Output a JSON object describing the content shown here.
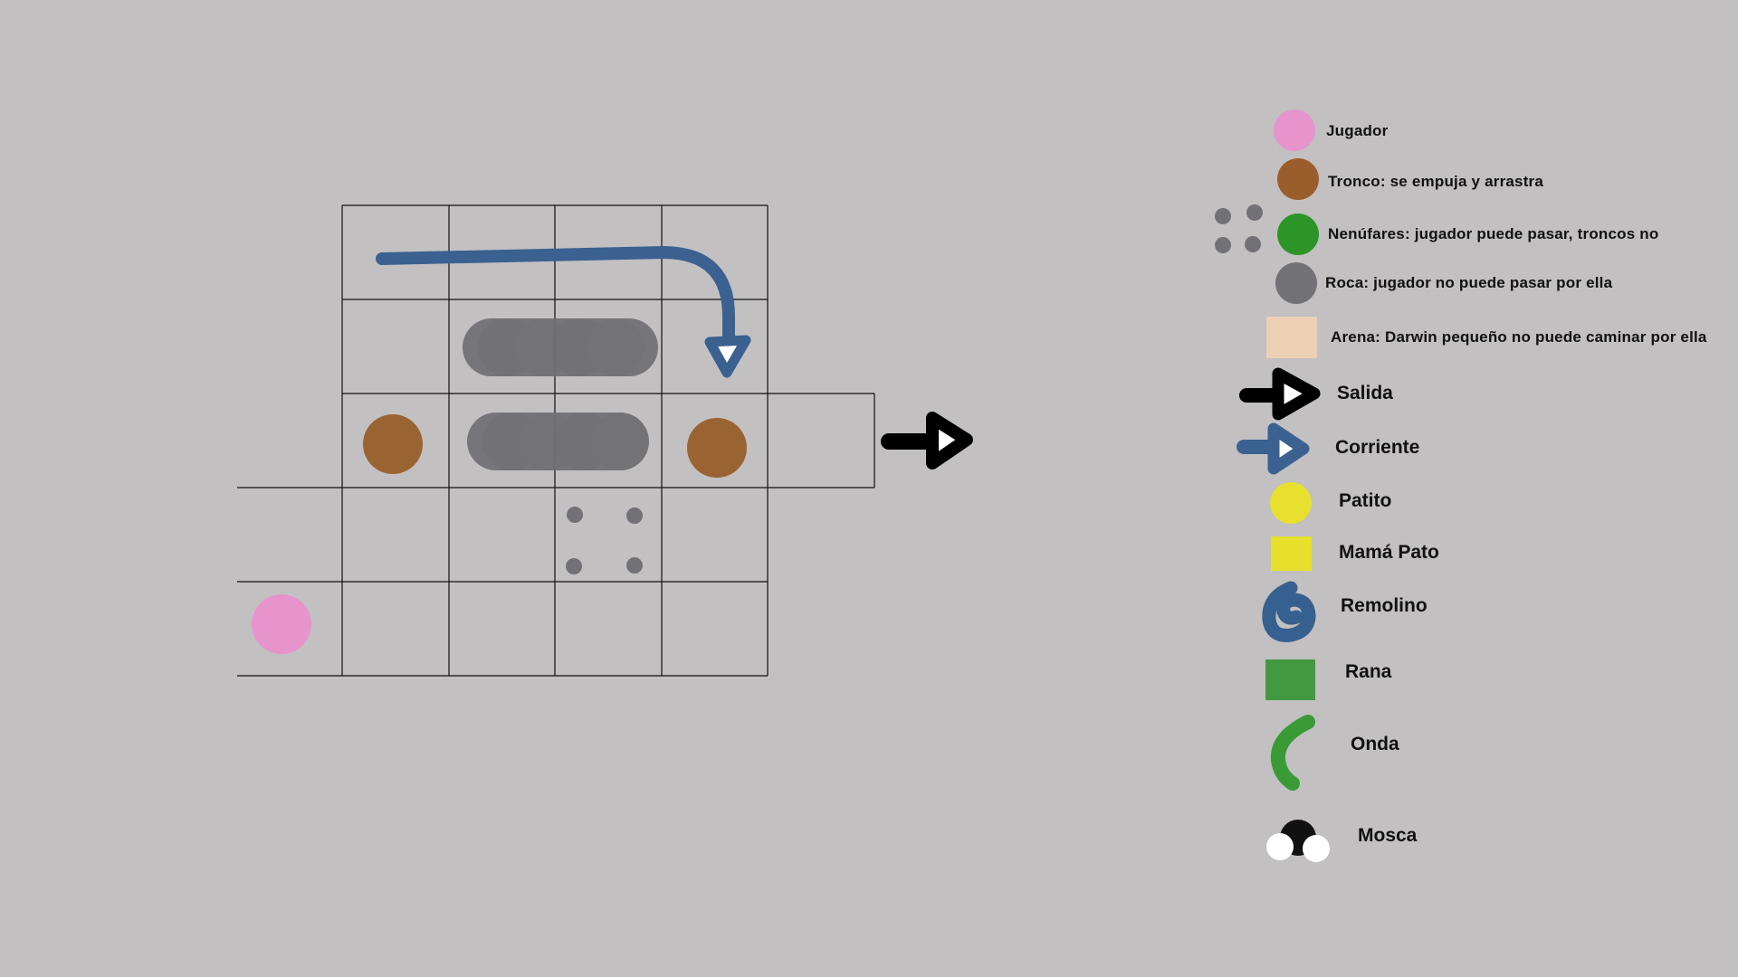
{
  "colors": {
    "background": "#c2c0c1",
    "player": "#e794cd",
    "log": "#9a6432",
    "lilypad": "#2d9527",
    "rock": "#727276",
    "sand": "#ecd0b4",
    "exit_arrow": "#000000",
    "current": "#3a6190",
    "duckling": "#e8e02e",
    "mother_duck": "#e6e02d",
    "whirlpool": "#35608f",
    "frog": "#43993f",
    "wave": "#3a9b36",
    "fly": "#111111"
  },
  "legend": {
    "items": [
      {
        "label": "Jugador",
        "icon": "pink-circle-icon"
      },
      {
        "label": "Tronco: se empuja y arrastra",
        "icon": "brown-circle-icon"
      },
      {
        "label": "Nenúfares: jugador puede pasar, troncos no",
        "icon": "green-circle-icon"
      },
      {
        "label": "Roca: jugador no puede pasar por ella",
        "icon": "gray-circle-icon"
      },
      {
        "label": "Arena: Darwin pequeño no puede caminar por ella",
        "icon": "sand-square-icon"
      },
      {
        "label": "Salida",
        "icon": "black-arrow-icon"
      },
      {
        "label": "Corriente",
        "icon": "blue-arrow-icon"
      },
      {
        "label": "Patito",
        "icon": "yellow-circle-icon"
      },
      {
        "label": "Mamá Pato",
        "icon": "yellow-square-icon"
      },
      {
        "label": "Remolino",
        "icon": "whirlpool-icon"
      },
      {
        "label": "Rana",
        "icon": "green-square-icon"
      },
      {
        "label": "Onda",
        "icon": "wave-icon"
      },
      {
        "label": "Mosca",
        "icon": "fly-icon"
      }
    ]
  },
  "board": {
    "columns": 6,
    "rows": 5,
    "pieces": [
      {
        "type": "player",
        "row": 5,
        "col": 1
      },
      {
        "type": "log",
        "row": 3,
        "col": 2
      },
      {
        "type": "log",
        "row": 3,
        "col": 5
      },
      {
        "type": "rock-group",
        "row": 2,
        "col_from": 3,
        "col_to": 4
      },
      {
        "type": "rock-group",
        "row": 3,
        "col_from": 3,
        "col_to": 4
      },
      {
        "type": "lilypads",
        "row": 4,
        "col": 4
      },
      {
        "type": "current",
        "path": "row 1 col 2 → col 5, then down to row 2"
      },
      {
        "type": "exit",
        "row": 3,
        "side": "right"
      }
    ]
  }
}
